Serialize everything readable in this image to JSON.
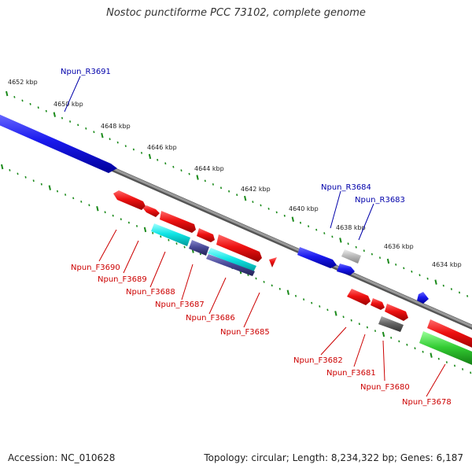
{
  "title": "Nostoc punctiforme PCC 73102, complete genome",
  "footer": {
    "accession": "Accession: NC_010628",
    "summary": "Topology: circular; Length: 8,234,322 bp; Genes: 6,187"
  },
  "colors": {
    "backbone": "#808080",
    "scale_ticks": "#1a8a1a",
    "forward_label": "#0000aa",
    "reverse_label": "#cc0000",
    "cds_red": "#ee1111",
    "cds_blue": "#1a1aee",
    "cds_cyan": "#11e6e6",
    "cds_navy": "#4a4a99",
    "cds_gray": "#666666",
    "cds_lightgray": "#bbbbbb",
    "cds_green": "#33cc33"
  },
  "scale": {
    "labels": [
      "4652 kbp",
      "4650 kbp",
      "4648 kbp",
      "4646 kbp",
      "4644 kbp",
      "4642 kbp",
      "4640 kbp",
      "4638 kbp",
      "4636 kbp",
      "4634 kbp"
    ]
  },
  "genes": {
    "top": [
      "Npun_R3691",
      "Npun_R3684",
      "Npun_R3683"
    ],
    "bottom": [
      "Npun_F3690",
      "Npun_F3689",
      "Npun_F3688",
      "Npun_F3687",
      "Npun_F3686",
      "Npun_F3685",
      "Npun_F3682",
      "Npun_F3681",
      "Npun_F3680",
      "Npun_F3678"
    ]
  }
}
